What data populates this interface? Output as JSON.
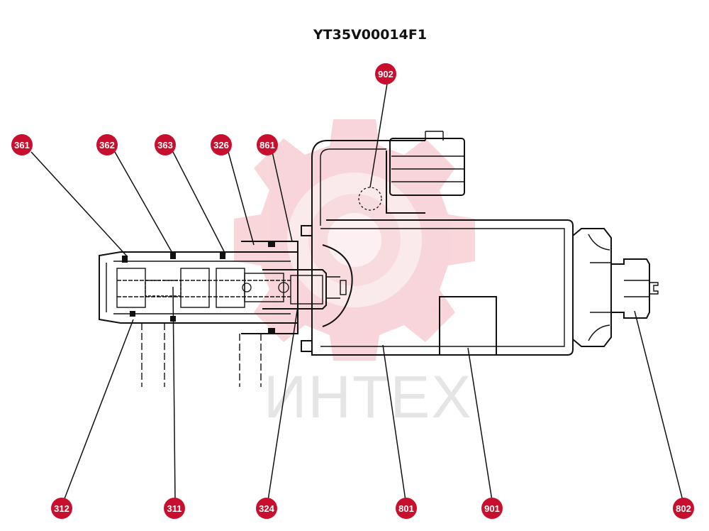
{
  "title": "YT35V00014F1",
  "watermark": {
    "text": "ИНТЕХ",
    "color": "#f2b4bc"
  },
  "callout_color": "#c8102e",
  "callouts": [
    {
      "id": "902",
      "label": "902"
    },
    {
      "id": "361",
      "label": "361"
    },
    {
      "id": "362",
      "label": "362"
    },
    {
      "id": "363",
      "label": "363"
    },
    {
      "id": "326",
      "label": "326"
    },
    {
      "id": "861",
      "label": "861"
    },
    {
      "id": "312",
      "label": "312"
    },
    {
      "id": "311",
      "label": "311"
    },
    {
      "id": "324",
      "label": "324"
    },
    {
      "id": "801",
      "label": "801"
    },
    {
      "id": "901",
      "label": "901"
    },
    {
      "id": "802",
      "label": "802"
    }
  ]
}
